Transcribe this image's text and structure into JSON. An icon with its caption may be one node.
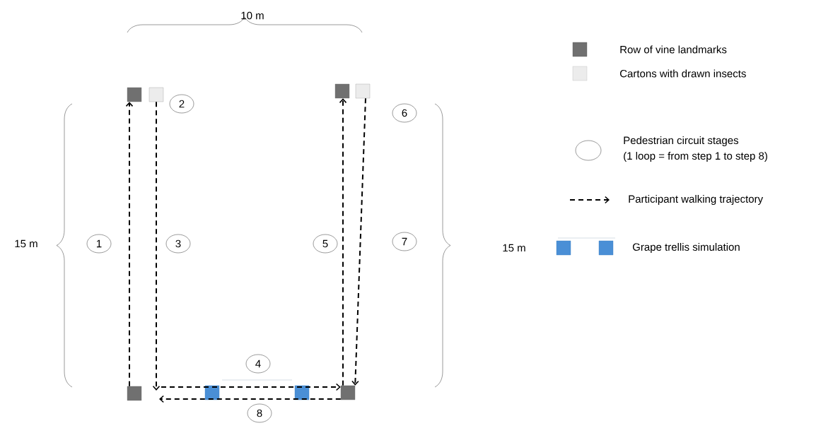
{
  "diagram": {
    "nodes": [
      {
        "text": [],
        "shape": "box"
      },
      {
        "text": [],
        "shape": "box"
      },
      {
        "text": [],
        "shape": "box"
      },
      {
        "text": [],
        "shape": "box"
      },
      {
        "text": [],
        "shape": "box"
      },
      {
        "text": [],
        "shape": "box"
      },
      {
        "text": [],
        "shape": "box"
      },
      {
        "text": [],
        "shape": "box"
      },
      {
        "text": [
          "1"
        ]
      },
      {
        "text": [
          "2"
        ]
      },
      {
        "text": [
          "3"
        ]
      },
      {
        "text": [
          "4"
        ]
      },
      {
        "text": [
          "5"
        ]
      },
      {
        "text": [
          "6"
        ]
      },
      {
        "text": [
          "7"
        ]
      },
      {
        "text": [
          "8"
        ]
      }
    ],
    "edges": [
      {
        "from": 4,
        "to": 0,
        "arrow": "to",
        "style": "dashed"
      },
      {
        "from": 1,
        "to": null,
        "arrow": "to",
        "style": "dashed"
      },
      {
        "from": null,
        "to": 7,
        "arrow": "to",
        "style": "dashed"
      },
      {
        "from": 7,
        "to": 2,
        "arrow": "to",
        "style": "dashed"
      },
      {
        "from": 3,
        "to": 7,
        "arrow": "to",
        "style": "dashed"
      },
      {
        "from": 7,
        "to": null,
        "arrow": "to",
        "style": "dashed"
      }
    ],
    "labels": [
      "10 m",
      "15 m",
      "15 m",
      "(1 loop = from step 1 to step 8)"
    ],
    "legend": [
      {
        "text": "Row of vine landmarks",
        "color": "#707070"
      },
      {
        "text": "Cartons with drawn insects",
        "color": "#ececec"
      },
      {
        "text": "Pedestrian circuit stages"
      },
      {
        "text": "Participant walking trajectory"
      },
      {
        "text": "Grape trellis simulation",
        "color": "#4a8fd6"
      }
    ]
  }
}
